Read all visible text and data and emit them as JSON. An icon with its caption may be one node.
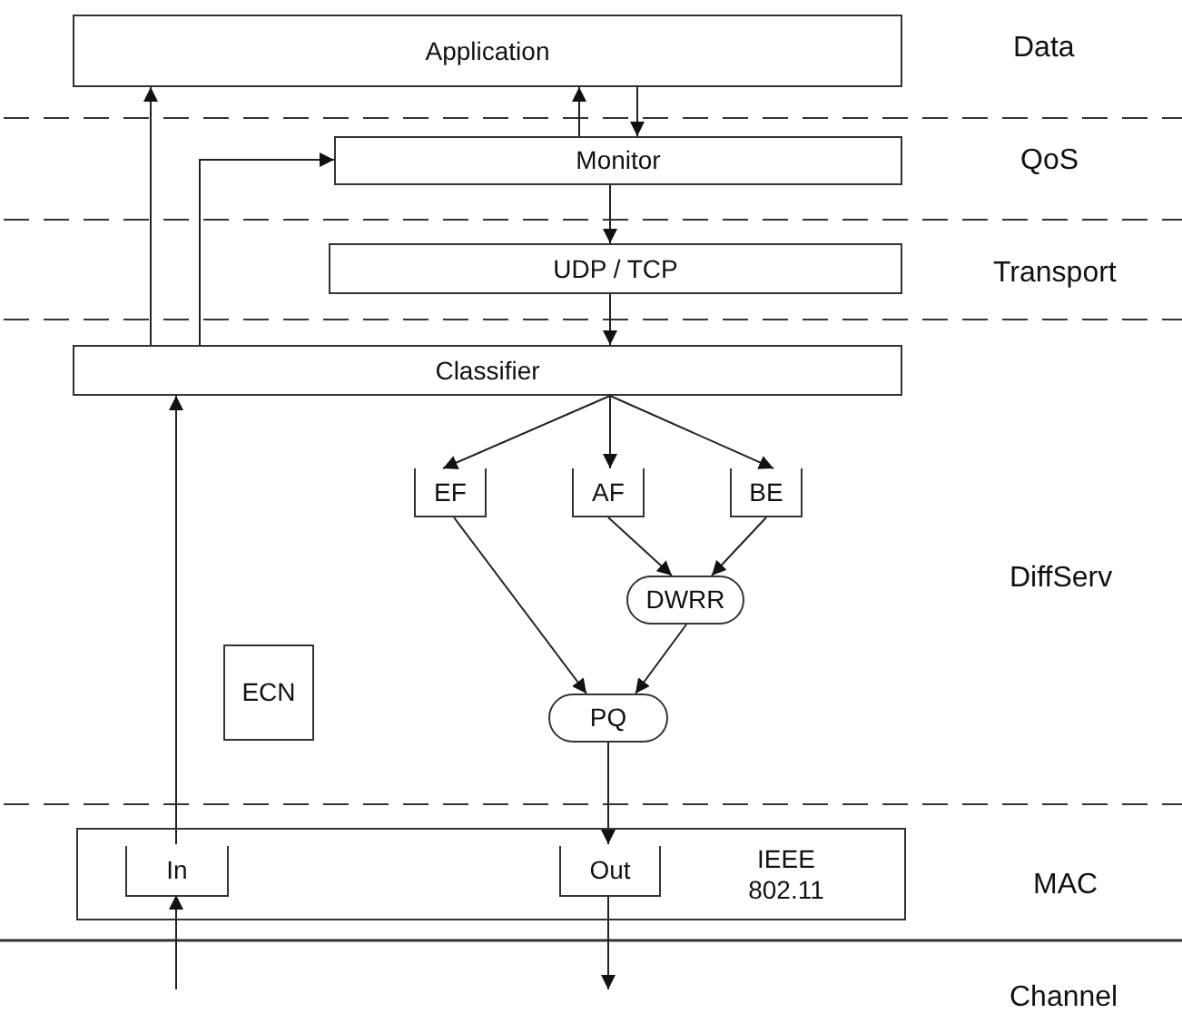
{
  "diagram": {
    "nodes": [
      {
        "text": [
          "Application"
        ]
      },
      {
        "text": [
          "Monitor"
        ]
      },
      {
        "text": [
          "UDP / TCP"
        ]
      },
      {
        "text": [
          "Classifier"
        ]
      },
      {
        "text": [
          "EF"
        ]
      },
      {
        "text": [
          "AF"
        ]
      },
      {
        "text": [
          "BE"
        ]
      },
      {
        "text": [
          "DWRR"
        ]
      },
      {
        "text": [
          "PQ"
        ]
      },
      {
        "text": [
          "ECN"
        ]
      },
      {
        "text": [
          "IEEE 802.11"
        ]
      },
      {
        "text": [
          "In"
        ],
        "in": 10
      },
      {
        "text": [
          "Out"
        ],
        "in": 10
      }
    ],
    "edges": [
      {
        "from": 3,
        "to": 0,
        "arrow": "to"
      },
      {
        "from": 3,
        "to": 1,
        "arrow": "to"
      },
      {
        "from": 1,
        "to": 0,
        "arrow": "to"
      },
      {
        "from": 0,
        "to": 1,
        "arrow": "to"
      },
      {
        "from": 1,
        "to": 2,
        "arrow": "to"
      },
      {
        "from": 2,
        "to": 3,
        "arrow": "to"
      },
      {
        "from": 3,
        "to": 4,
        "arrow": "to"
      },
      {
        "from": 3,
        "to": 5,
        "arrow": "to"
      },
      {
        "from": 3,
        "to": 6,
        "arrow": "to"
      },
      {
        "from": 5,
        "to": 7,
        "arrow": "to"
      },
      {
        "from": 6,
        "to": 7,
        "arrow": "to"
      },
      {
        "from": 4,
        "to": 8,
        "arrow": "to"
      },
      {
        "from": 7,
        "to": 8,
        "arrow": "to"
      },
      {
        "from": 8,
        "to": 12,
        "arrow": "to"
      },
      {
        "from": 11,
        "to": 3,
        "arrow": "to"
      },
      {
        "from": null,
        "to": 11,
        "arrow": "to"
      },
      {
        "from": 12,
        "to": null,
        "arrow": "to"
      }
    ],
    "labels": [
      "Data",
      "QoS",
      "Transport",
      "DiffServ",
      "MAC",
      "Channel"
    ]
  }
}
